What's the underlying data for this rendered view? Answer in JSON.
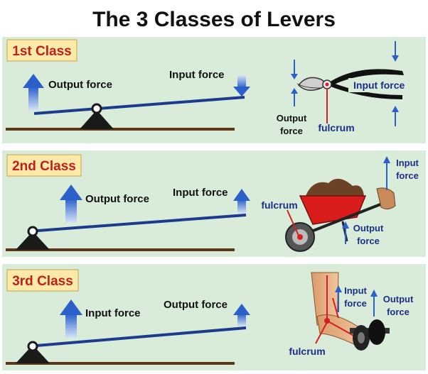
{
  "title": "The 3 Classes of Levers",
  "panels": [
    {
      "class_label": "1st Class",
      "left": {
        "output_label": "Output force",
        "input_label": "Input force"
      },
      "example": {
        "name": "pliers",
        "input_label": "Input force",
        "output_label_line1": "Output",
        "output_label_line2": "force",
        "fulcrum_label": "fulcrum"
      }
    },
    {
      "class_label": "2nd Class",
      "left": {
        "output_label": "Output force",
        "input_label": "Input force"
      },
      "example": {
        "name": "wheelbarrow",
        "input_label_line1": "Input",
        "input_label_line2": "force",
        "output_label_line1": "Output",
        "output_label_line2": "force",
        "fulcrum_label": "fulcrum"
      }
    },
    {
      "class_label": "3rd Class",
      "left": {
        "input_label": "Input force",
        "output_label": "Output force"
      },
      "example": {
        "name": "arm",
        "input_label_line1": "Input",
        "input_label_line2": "force",
        "output_label_line1": "Output",
        "output_label_line2": "force",
        "fulcrum_label": "fulcrum"
      }
    }
  ],
  "colors": {
    "panel_bg": "#d9ecd9",
    "class_box_bg": "#fde9a8",
    "class_text": "#c0201c",
    "beam": "#1d3a8c",
    "arrow": "#3b6fcf",
    "ground": "#5a3a1a",
    "fulcrum": "#1a1a1a",
    "example_label": "#1a2f8a",
    "fulcrum_label": "#1a2f8a",
    "red_line": "#d42020"
  }
}
